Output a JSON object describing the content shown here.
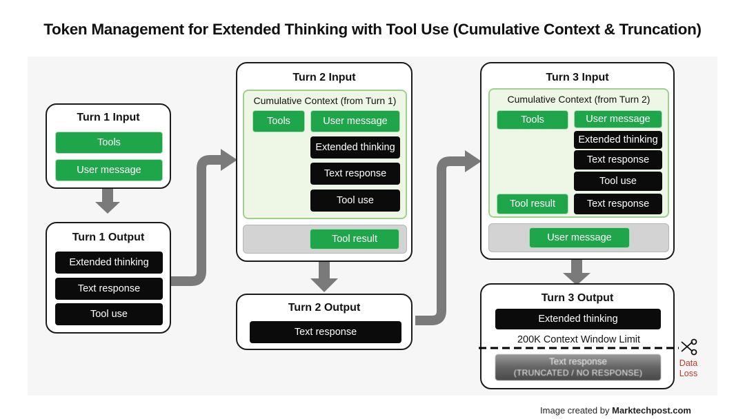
{
  "title": "Token Management for Extended Thinking with Tool Use (Cumulative Context & Truncation)",
  "turn1_input": {
    "title": "Turn 1 Input",
    "items": [
      "Tools",
      "User message"
    ]
  },
  "turn1_output": {
    "title": "Turn 1 Output",
    "items": [
      "Extended thinking",
      "Text response",
      "Tool use"
    ]
  },
  "turn2_input": {
    "title": "Turn 2 Input",
    "context_label": "Cumulative Context (from Turn 1)",
    "context_items": [
      "Tools",
      "User message",
      "Extended thinking",
      "Text response",
      "Tool use"
    ],
    "new_item": "Tool result"
  },
  "turn2_output": {
    "title": "Turn 2 Output",
    "items": [
      "Text response"
    ]
  },
  "turn3_input": {
    "title": "Turn 3 Input",
    "context_label": "Cumulative Context (from Turn 2)",
    "context_items": [
      "Tools",
      "User message",
      "Extended thinking",
      "Text response",
      "Tool use",
      "Tool result",
      "Text response"
    ],
    "new_item": "User message"
  },
  "turn3_output": {
    "title": "Turn 3 Output",
    "items": [
      "Extended thinking"
    ],
    "limit_label": "200K Context Window Limit",
    "truncated_item": "Text response",
    "truncated_note": "(TRUNCATED / NO RESPONSE)",
    "data_loss": [
      "Data",
      "Loss"
    ]
  },
  "credit": {
    "prefix": "Image created by",
    "brand": "Marktechpost.com"
  },
  "colors": {
    "green": "#1fa64a",
    "black": "#0b0b0b",
    "arrow": "#7a7a7a",
    "context_bg": "#eef6e6",
    "context_border": "#9fcf90",
    "data_loss": "#c0392b"
  },
  "icons": {
    "cut": "scissors-icon"
  }
}
